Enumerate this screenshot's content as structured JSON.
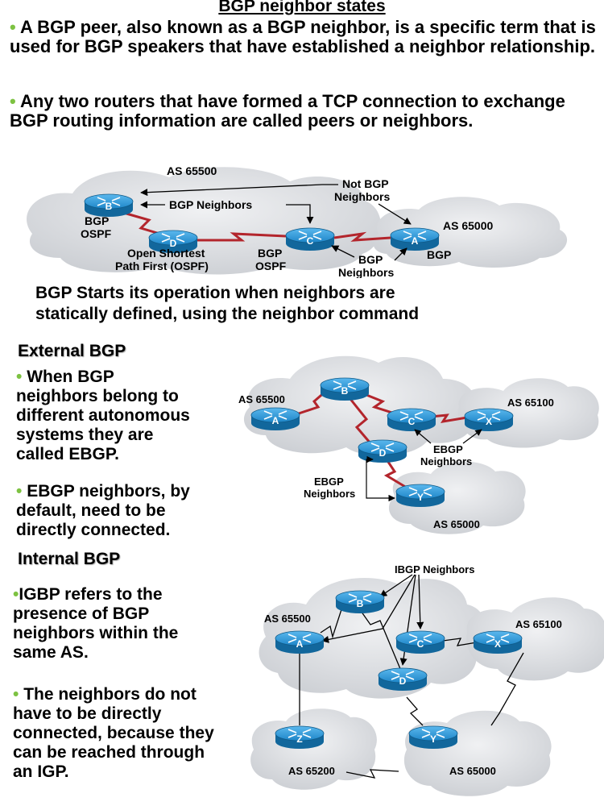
{
  "title": "BGP neighbor states",
  "bullet_glyph": "•",
  "intro": [
    "A BGP peer, also known as a BGP neighbor, is a specific term that is used for BGP speakers that have established a neighbor relationship.",
    "Any two routers that have formed a TCP connection to exchange BGP routing information are called  peers or neighbors."
  ],
  "diagram1": {
    "as_65500": "AS 65500",
    "as_65000": "AS 65000",
    "router_b": "B",
    "router_d": "D",
    "router_c": "C",
    "router_a": "A",
    "label_b_1": "BGP",
    "label_b_2": "OSPF",
    "label_d_1": "Open Shortest",
    "label_d_2": "Path First (OSPF)",
    "label_c_1": "BGP",
    "label_c_2": "OSPF",
    "label_a": "BGP",
    "bgp_neighbors_top": "BGP Neighbors",
    "not_bgp_1": "Not BGP",
    "not_bgp_2": "Neighbors",
    "bgp_neighbors_bottom_1": "BGP",
    "bgp_neighbors_bottom_2": "Neighbors"
  },
  "statement": [
    "BGP Starts its operation when neighbors are",
    "statically defined, using the neighbor command"
  ],
  "external": {
    "heading": "External BGP",
    "bullets": [
      [
        "When BGP",
        "neighbors belong to",
        "different autonomous",
        "systems they are",
        "called EBGP."
      ],
      [
        "EBGP neighbors, by",
        "default, need to be",
        "directly connected."
      ]
    ],
    "diagram": {
      "as_65500": "AS 65500",
      "as_65100": "AS 65100",
      "as_65000": "AS 65000",
      "router_a": "A",
      "router_b": "B",
      "router_c": "C",
      "router_x": "X",
      "router_d": "D",
      "router_y": "Y",
      "ebgp_right_1": "EBGP",
      "ebgp_right_2": "Neighbors",
      "ebgp_left_1": "EBGP",
      "ebgp_left_2": "Neighbors"
    }
  },
  "internal": {
    "heading": "Internal BGP",
    "bullets": [
      [
        "IGBP refers to the",
        "presence of BGP",
        "neighbors within the",
        "same AS."
      ],
      [
        "The neighbors do not",
        "have to be directly",
        "connected, because they",
        "can be reached through",
        "an IGP."
      ]
    ],
    "diagram": {
      "ibgp_label": "IBGP Neighbors",
      "as_65500": "AS 65500",
      "as_65100": "AS 65100",
      "as_65200": "AS 65200",
      "as_65000": "AS 65000",
      "router_b": "B",
      "router_a": "A",
      "router_c": "C",
      "router_x": "X",
      "router_d": "D",
      "router_z": "Z",
      "router_y": "Y"
    }
  },
  "colors": {
    "bullet": "#7dc242",
    "router": "#1e86c8",
    "link": "#b3252c",
    "cloud": "#e2e4e7"
  }
}
